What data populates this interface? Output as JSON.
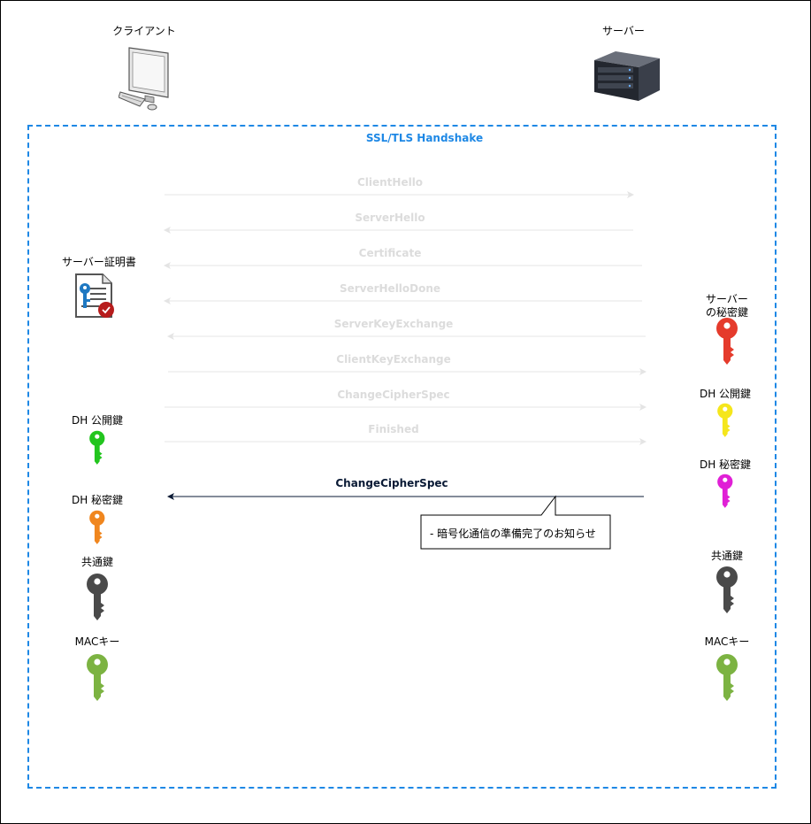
{
  "client": {
    "label": "クライアント",
    "icon": "desktop-computer-icon"
  },
  "server": {
    "label": "サーバー",
    "icon": "server-rack-icon"
  },
  "handshake": {
    "title": "SSL/TLS Handshake",
    "border_color": "#1e88e5"
  },
  "messages": [
    {
      "label": "ClientHello",
      "direction": "to-server",
      "state": "faded"
    },
    {
      "label": "ServerHello",
      "direction": "to-client",
      "state": "faded"
    },
    {
      "label": "Certificate",
      "direction": "to-client",
      "state": "faded"
    },
    {
      "label": "ServerHelloDone",
      "direction": "to-client",
      "state": "faded"
    },
    {
      "label": "ServerKeyExchange",
      "direction": "to-client",
      "state": "faded"
    },
    {
      "label": "ClientKeyExchange",
      "direction": "to-server",
      "state": "faded"
    },
    {
      "label": "ChangeCipherSpec",
      "direction": "to-server",
      "state": "faded"
    },
    {
      "label": "Finished",
      "direction": "to-server",
      "state": "faded"
    },
    {
      "label": "ChangeCipherSpec",
      "direction": "to-client",
      "state": "active"
    }
  ],
  "callout": {
    "text": "- 暗号化通信の準備完了のお知らせ"
  },
  "client_items": {
    "certificate": {
      "label": "サーバー証明書",
      "icon": "certificate-icon"
    },
    "dh_public": {
      "label": "DH 公開鍵",
      "icon": "key-icon",
      "color": "#22c51e"
    },
    "dh_private": {
      "label": "DH 秘密鍵",
      "icon": "key-icon",
      "color": "#f0861e"
    },
    "shared": {
      "label": "共通鍵",
      "icon": "key-icon",
      "color": "#4a4a4a"
    },
    "mac": {
      "label": "MACキー",
      "icon": "key-icon",
      "color": "#7cb342"
    }
  },
  "server_items": {
    "private": {
      "label_line1": "サーバー",
      "label_line2": "の秘密鍵",
      "icon": "key-icon",
      "color": "#e53b2c"
    },
    "dh_public": {
      "label": "DH 公開鍵",
      "icon": "key-icon",
      "color": "#f5e61c"
    },
    "dh_private": {
      "label": "DH 秘密鍵",
      "icon": "key-icon",
      "color": "#e020d6"
    },
    "shared": {
      "label": "共通鍵",
      "icon": "key-icon",
      "color": "#4a4a4a"
    },
    "mac": {
      "label": "MACキー",
      "icon": "key-icon",
      "color": "#7cb342"
    }
  }
}
